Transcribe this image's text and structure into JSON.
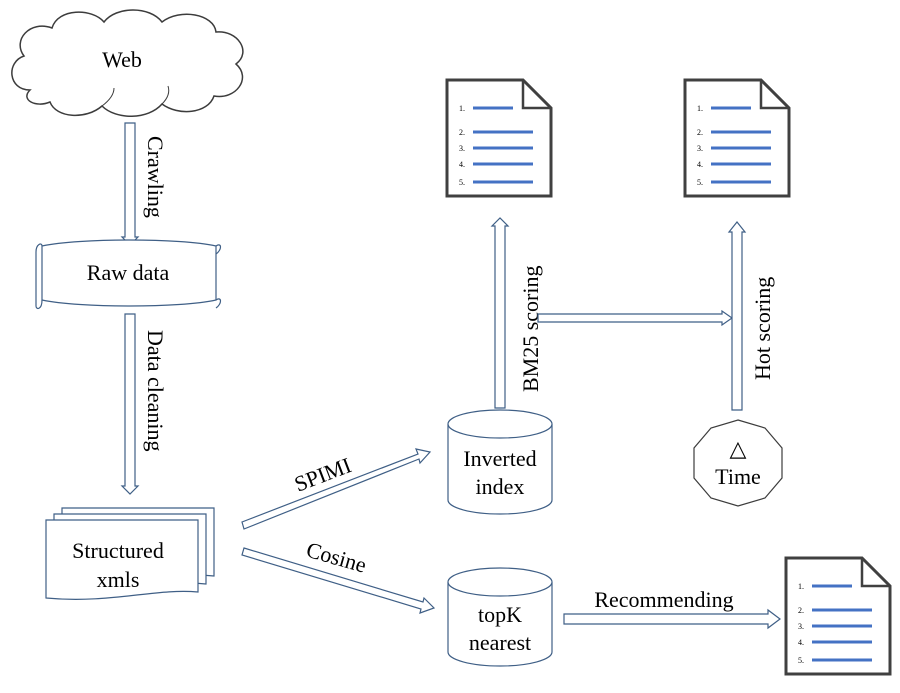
{
  "nodes": {
    "web": "Web",
    "raw_data": "Raw data",
    "structured_line1": "Structured",
    "structured_line2": "xmls",
    "inverted_line1": "Inverted",
    "inverted_line2": "index",
    "topk_line1": "topK",
    "topk_line2": "nearest",
    "time_symbol": "△",
    "time_label": "Time"
  },
  "edges": {
    "crawling": "Crawling",
    "data_cleaning": "Data cleaning",
    "spimi": "SPIMI",
    "cosine": "Cosine",
    "bm25": "BM25 scoring",
    "hot": "Hot scoring",
    "recommending": "Recommending"
  },
  "doc_list_numbers": [
    "1.",
    "2.",
    "3.",
    "4.",
    "5."
  ],
  "colors": {
    "arrow_stroke": "#3f5f86",
    "doc_lines": "#4472c4",
    "doc_numbers": "#8a8aff",
    "doc_border": "#404040"
  }
}
